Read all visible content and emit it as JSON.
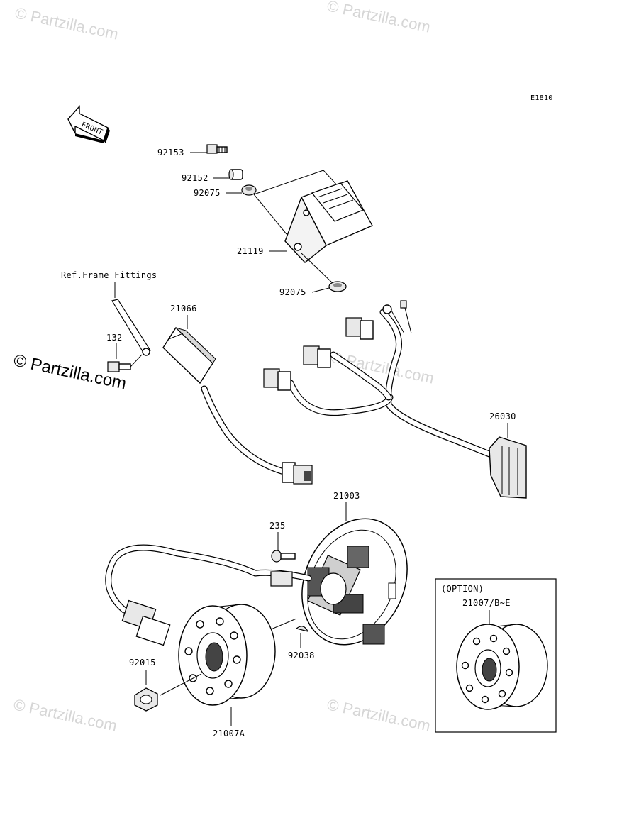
{
  "diagram_code": "E1810",
  "front_label": "FRONT",
  "watermarks": {
    "top_left": "© Partzilla.com",
    "top_right": "© Partzilla.com",
    "middle_left": "© Partzilla.com",
    "middle_right": "© Partzilla.com",
    "bottom_left": "© Partzilla.com",
    "bottom_right": "© Partzilla.com"
  },
  "labels": {
    "p92153": "92153",
    "p92152": "92152",
    "p92075a": "92075",
    "p21119": "21119",
    "p92075b": "92075",
    "ref_frame": "Ref.Frame Fittings",
    "p21066": "21066",
    "p132": "132",
    "p26030": "26030",
    "p21003": "21003",
    "p235": "235",
    "p92038": "92038",
    "p92015": "92015",
    "p21007A": "21007A",
    "option": "(OPTION)",
    "p21007BE": "21007/B~E"
  }
}
